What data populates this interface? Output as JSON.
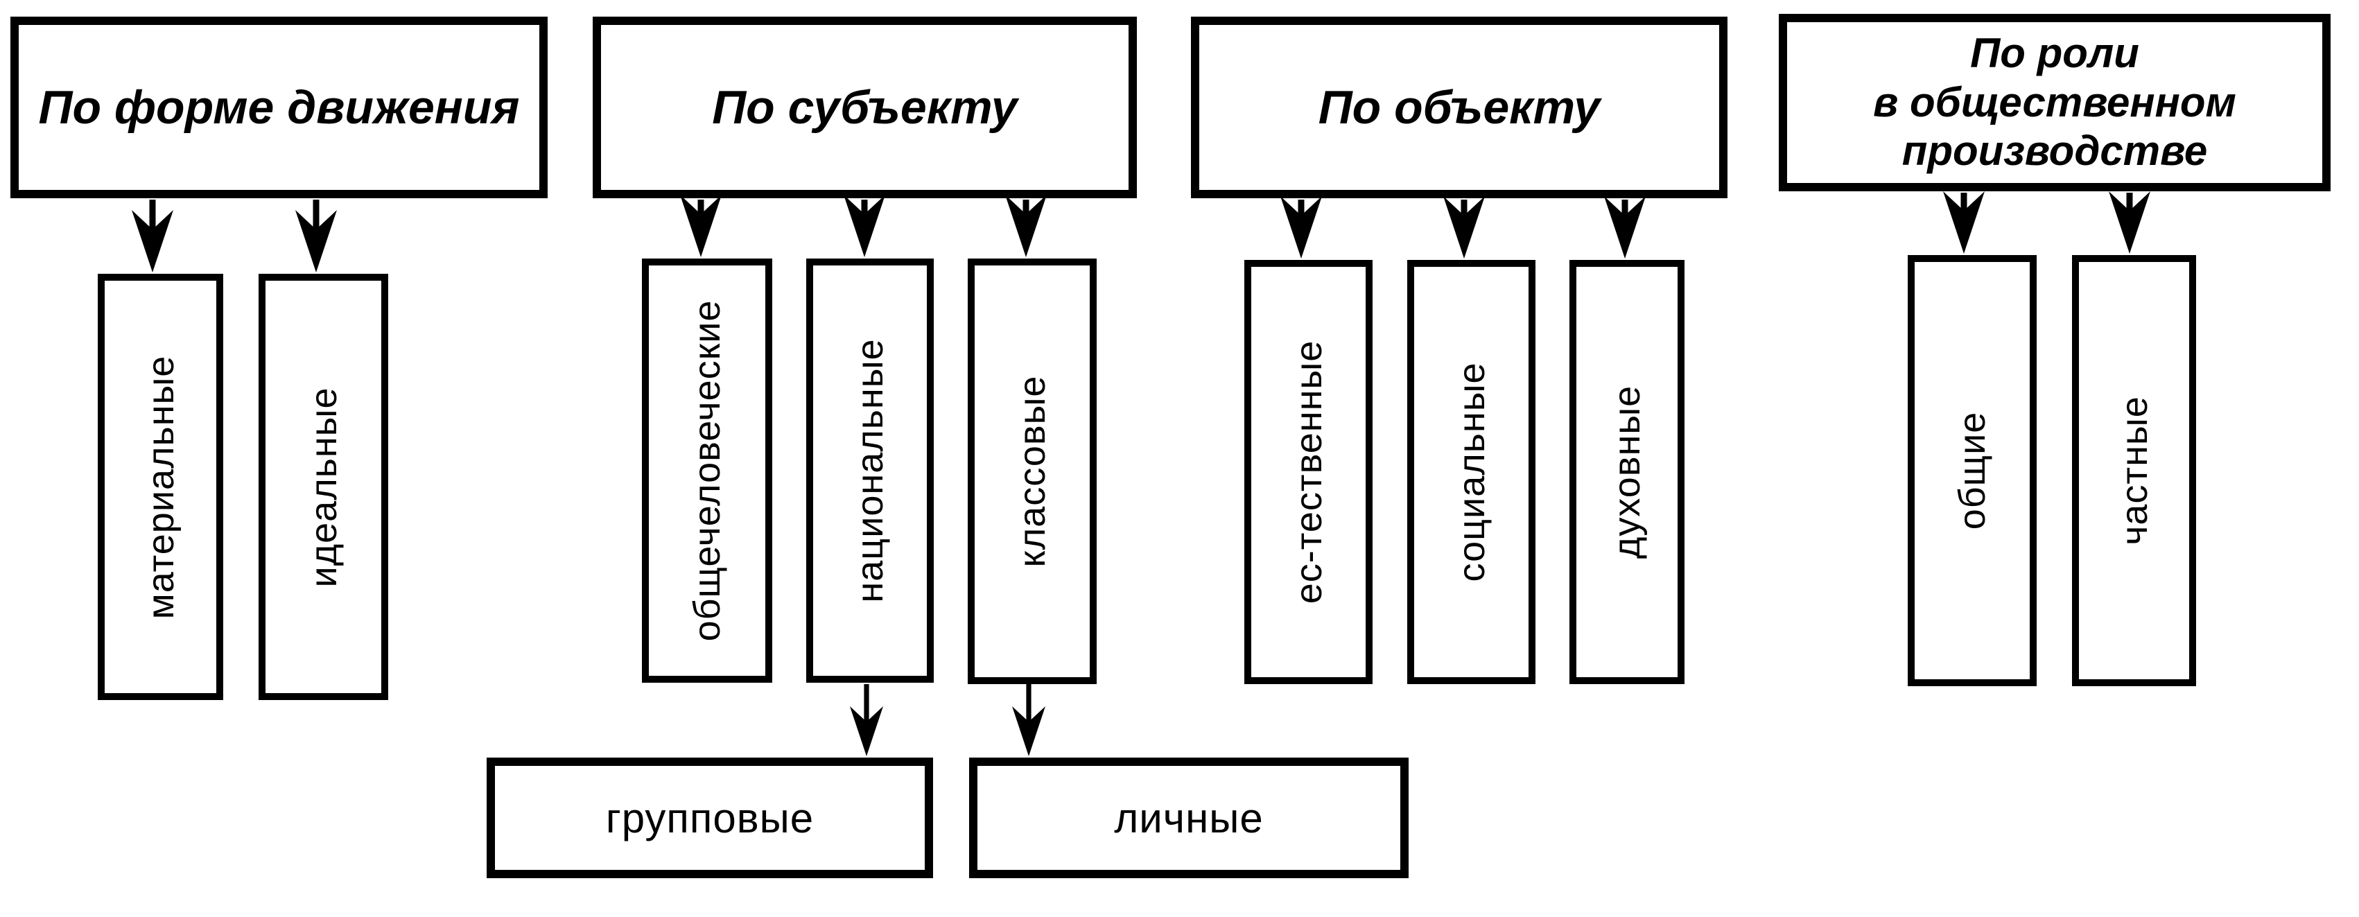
{
  "headers": [
    "По форме движения",
    "По субъекту",
    "По объекту",
    "По роли\nв общественном\nпроизводстве"
  ],
  "columns": {
    "form_of_motion": [
      "материальные",
      "идеальные"
    ],
    "by_subject": [
      "общечеловеческие",
      "национальные",
      "классовые"
    ],
    "by_object": [
      "ес-тественные",
      "социальные",
      "духовные"
    ],
    "by_role": [
      "общие",
      "частные"
    ]
  },
  "sub_boxes": [
    "групповые",
    "личные"
  ],
  "colors": {
    "ink": "#000000",
    "paper": "#ffffff"
  }
}
